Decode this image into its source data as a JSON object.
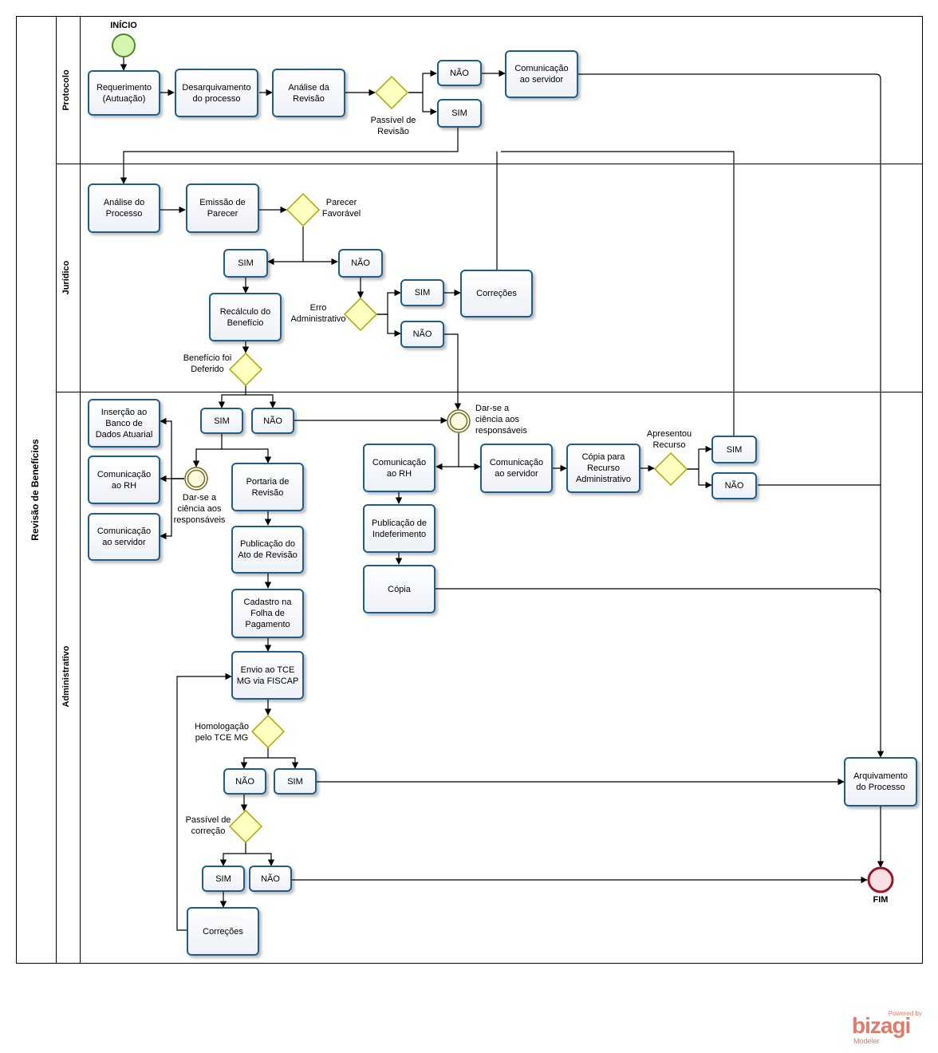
{
  "pool": {
    "title": "Revisão de Benefícios"
  },
  "lanes": {
    "protocolo": "Protocolo",
    "juridico": "Jurídico",
    "administrativo": "Administrativo"
  },
  "events": {
    "start": "INÍCIO",
    "end": "FIM"
  },
  "tasks": {
    "requerimento": "Requerimento\n(Autuação)",
    "desarquivamento": "Desarquivamento\ndo processo",
    "analise_revisao": "Análise da\nRevisão",
    "nao_protocolo": "NÃO",
    "sim_protocolo": "SIM",
    "comunicacao_servidor_protocolo": "Comunicação\nao servidor",
    "analise_processo": "Análise do\nProcesso",
    "emissao_parecer": "Emissão de\nParecer",
    "sim_parecer": "SIM",
    "nao_parecer": "NÃO",
    "sim_erro": "SIM",
    "nao_erro": "NÃO",
    "correcoes_juridico": "Correções",
    "recalculo": "Recálculo do\nBenefício",
    "insercao_banco": "Inserção ao\nBanco de\nDados Atuarial",
    "comunicacao_rh_1": "Comunicação\nao RH",
    "comunicacao_servidor_1": "Comunicação\nao servidor",
    "sim_deferido": "SIM",
    "nao_deferido": "NÃO",
    "portaria": "Portaria de\nRevisão",
    "publicacao_ato": "Publicação do\nAto de Revisão",
    "cadastro_folha": "Cadastro na\nFolha de\nPagamento",
    "envio_tce": "Envio ao TCE\nMG via FISCAP",
    "nao_homologacao": "NÃO",
    "sim_homologacao": "SIM",
    "sim_correcao": "SIM",
    "nao_correcao": "NÃO",
    "correcoes_admin": "Correções",
    "comunicacao_rh_2": "Comunicação\nao RH",
    "publicacao_indeferimento": "Publicação de\nIndeferimento",
    "copia": "Cópia",
    "comunicacao_servidor_2": "Comunicação\nao servidor",
    "copia_recurso": "Cópia para\nRecurso\nAdministrativo",
    "sim_recurso": "SIM",
    "nao_recurso": "NÃO",
    "arquivamento": "Arquivamento\ndo Processo"
  },
  "gateways": {
    "passivel_revisao": "Passível de\nRevisão",
    "parecer_favoravel": "Parecer\nFavorável",
    "erro_administrativo": "Erro\nAdministrativo",
    "beneficio_deferido": "Benefício foi\nDeferido",
    "apresentou_recurso": "Apresentou\nRecurso",
    "homologacao": "Homologação\npelo TCE MG",
    "passivel_correcao": "Passível de\ncorreção"
  },
  "intermediate": {
    "ciencia_1": "Dar-se a\nciência aos\nresponsáveis",
    "ciencia_2": "Dar-se a\nciência aos\nresponsáveis"
  },
  "branding": {
    "powered": "Powered by",
    "name": "bizagi",
    "product": "Modeler"
  },
  "colors": {
    "task_border": "#1f5e8c",
    "gateway_fill": "#ffffc0",
    "gateway_border": "#a8a800",
    "start_fill": "#d6f5b0",
    "start_border": "#4a8a2a",
    "end_border": "#a0102a",
    "logo": "#e07a6a"
  }
}
